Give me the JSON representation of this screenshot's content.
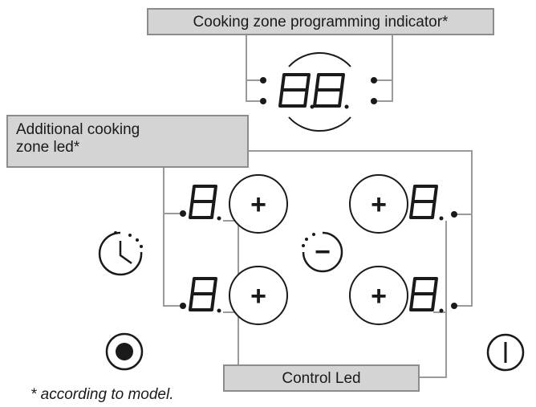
{
  "labels": {
    "programming_indicator": "Cooking zone programming indicator*",
    "additional_led": "Additional cooking\nzone led*",
    "control_led": "Control Led",
    "footnote": "* according to model."
  },
  "buttons": {
    "plus": "+",
    "minus": "−"
  },
  "colors": {
    "line": "#9a9a9a",
    "box_fill": "#d4d4d4",
    "box_border": "#8c8c8c",
    "ink": "#1a1a1a"
  },
  "icons": [
    "timer-icon",
    "minute-minder-icon",
    "lock-button-icon",
    "power-icon"
  ]
}
